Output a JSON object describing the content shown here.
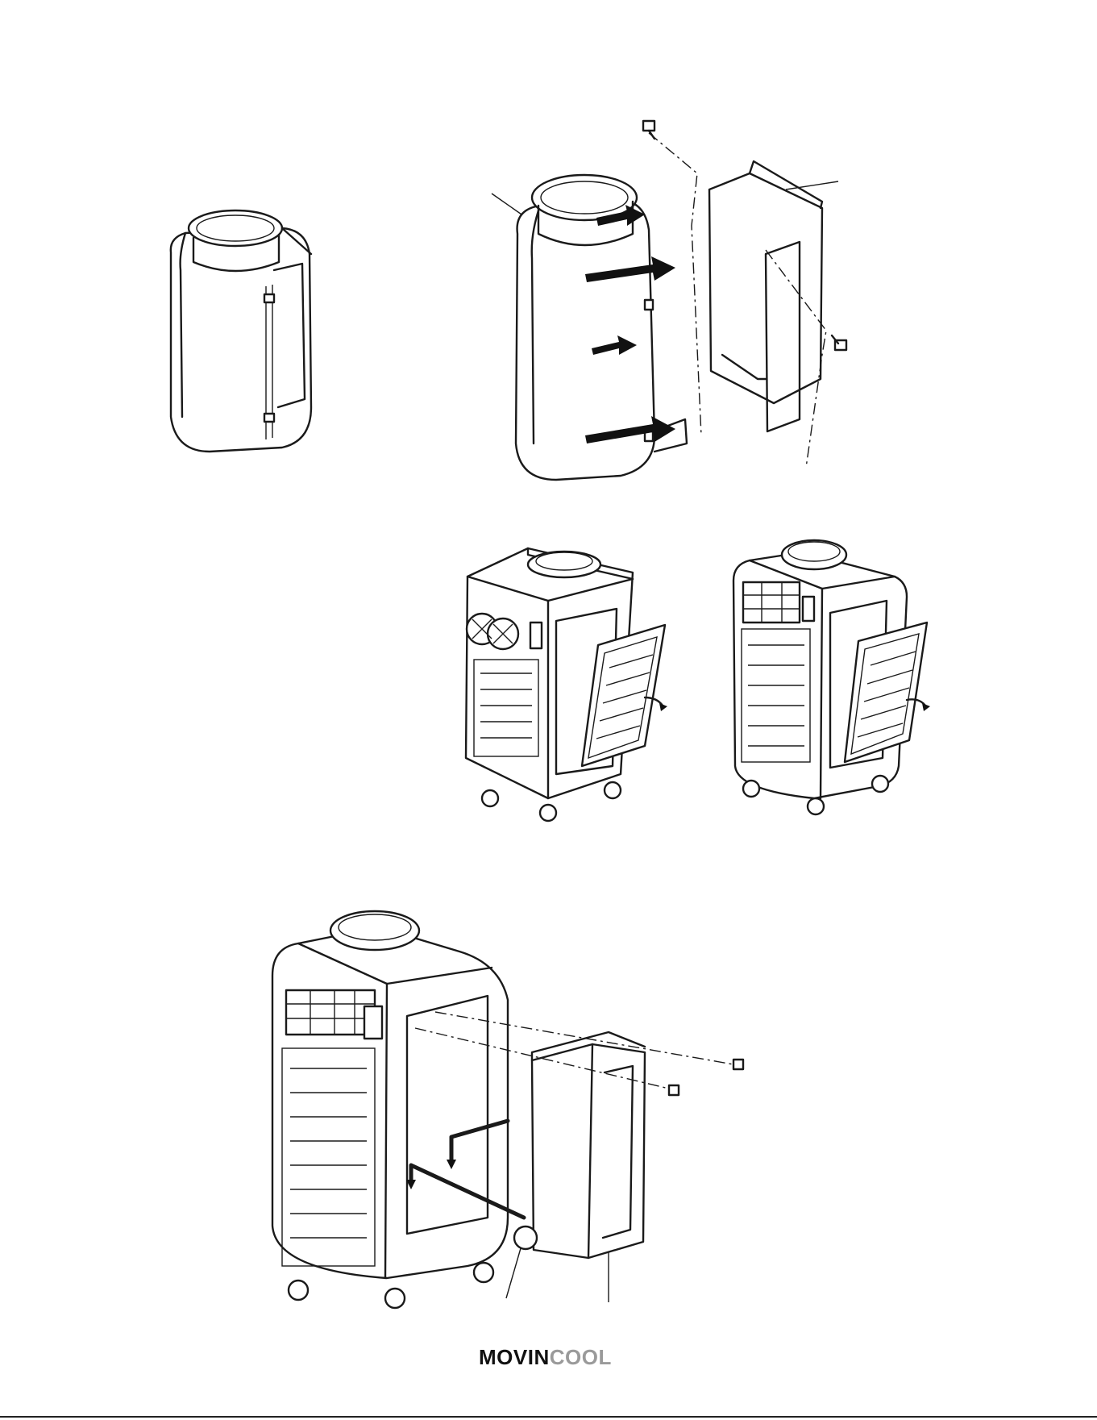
{
  "logo": {
    "part1": "MOVIN",
    "part2": "COOL",
    "color_dark": "#111111",
    "color_light": "#9a9a9a"
  },
  "figures": [
    {
      "id": "duct-adapter-standalone",
      "icon": "duct-adapter-icon"
    },
    {
      "id": "duct-adapter-assembly",
      "icon": "duct-assembly-icon"
    },
    {
      "id": "unit-filter-removal-left",
      "icon": "cooling-unit-icon"
    },
    {
      "id": "unit-filter-removal-right",
      "icon": "cooling-unit-icon"
    },
    {
      "id": "unit-bracket-install",
      "icon": "cooling-unit-icon"
    }
  ]
}
